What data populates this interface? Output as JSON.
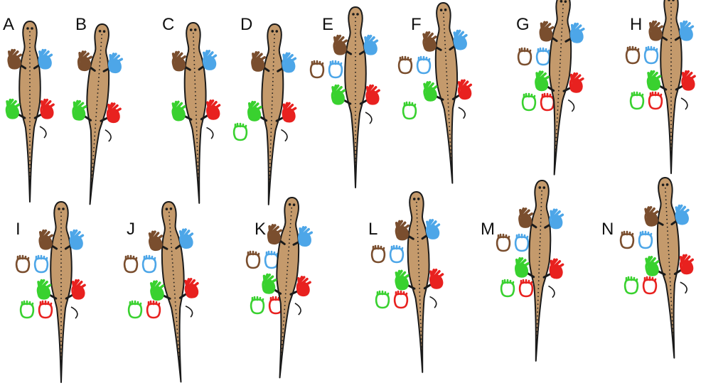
{
  "colors": {
    "body": "#c49a6c",
    "outline": "#1a1a1a",
    "left_fore": "#7a4e2e",
    "right_fore": "#4da6e8",
    "left_hind": "#39d12f",
    "right_hind": "#e8211f"
  },
  "limb_icons": {
    "left_fore": "brown-hand-icon",
    "right_fore": "blue-hand-icon",
    "left_hind": "green-foot-icon",
    "right_hind": "red-foot-icon"
  },
  "panels": [
    {
      "label": "A",
      "prints": []
    },
    {
      "label": "B",
      "prints": []
    },
    {
      "label": "C",
      "prints": []
    },
    {
      "label": "D",
      "prints": [
        "left_hind"
      ]
    },
    {
      "label": "E",
      "prints": [
        "left_fore",
        "right_fore"
      ]
    },
    {
      "label": "F",
      "prints": [
        "left_fore",
        "right_fore",
        "left_hind"
      ]
    },
    {
      "label": "G",
      "prints": [
        "left_fore",
        "right_fore",
        "left_hind",
        "right_hind"
      ]
    },
    {
      "label": "H",
      "prints": [
        "left_fore",
        "right_fore",
        "left_hind",
        "right_hind"
      ]
    },
    {
      "label": "I",
      "prints": [
        "left_fore",
        "right_fore",
        "left_hind",
        "right_hind"
      ]
    },
    {
      "label": "J",
      "prints": [
        "left_fore",
        "right_fore",
        "left_hind",
        "right_hind"
      ]
    },
    {
      "label": "K",
      "prints": [
        "left_fore",
        "right_fore",
        "left_hind",
        "right_hind"
      ]
    },
    {
      "label": "L",
      "prints": [
        "left_fore",
        "right_fore",
        "left_hind",
        "right_hind"
      ]
    },
    {
      "label": "M",
      "prints": [
        "left_fore",
        "right_fore",
        "left_hind",
        "right_hind"
      ]
    },
    {
      "label": "N",
      "prints": [
        "left_fore",
        "right_fore",
        "left_hind",
        "right_hind"
      ]
    }
  ]
}
